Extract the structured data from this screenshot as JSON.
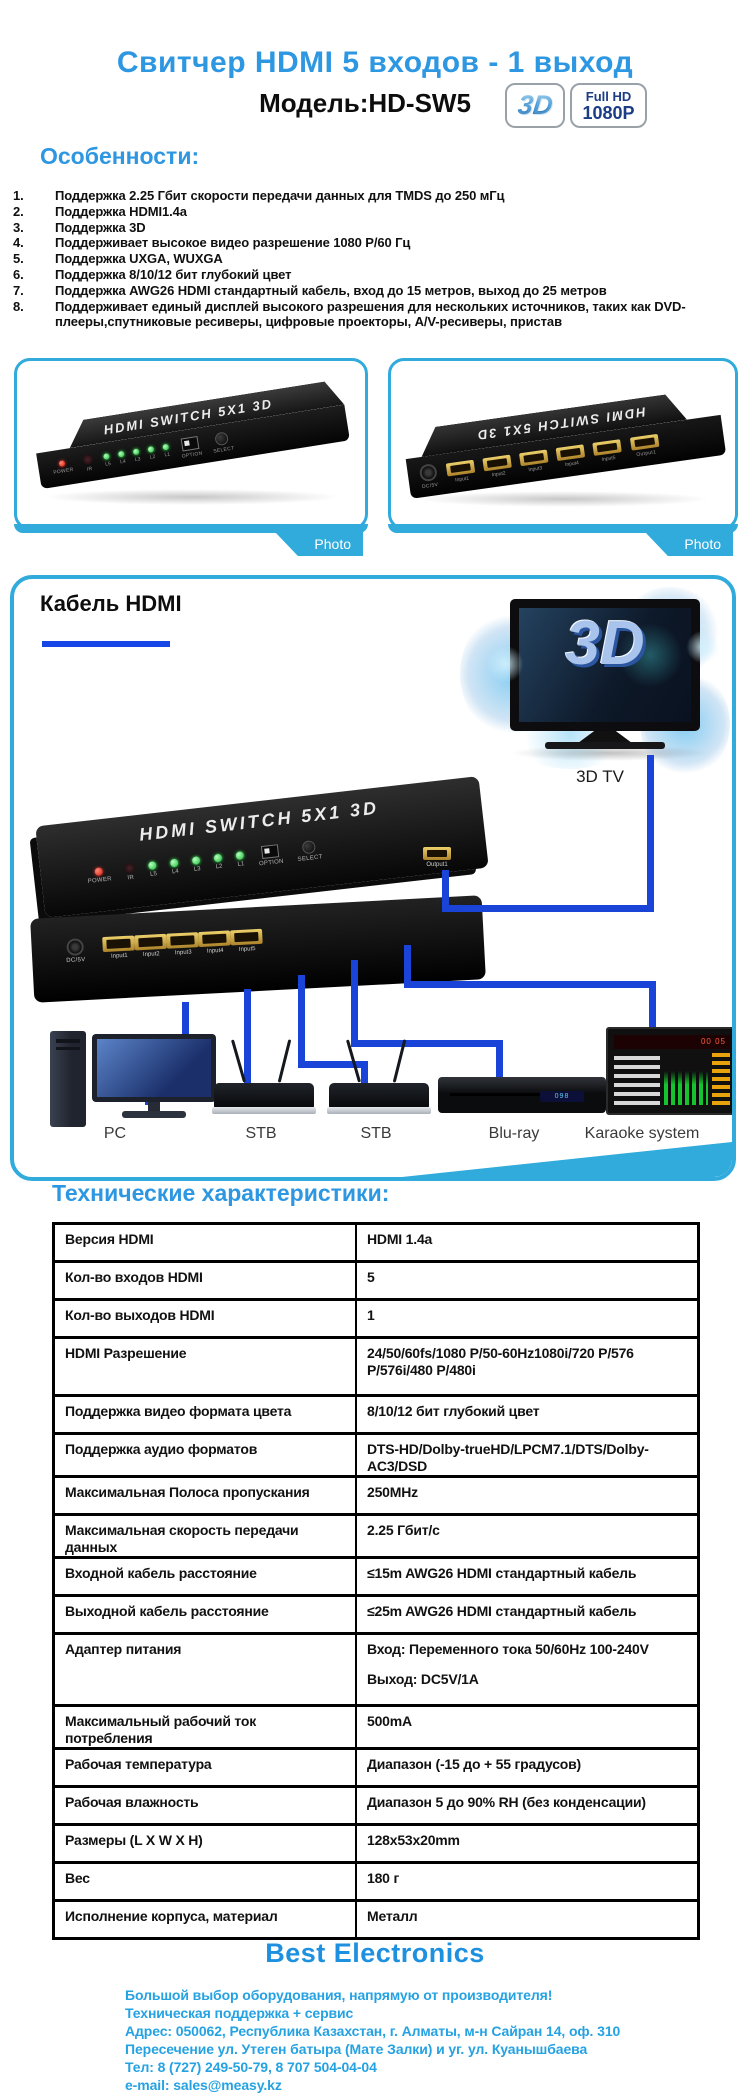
{
  "header": {
    "title": "Свитчер HDMI  5 входов - 1 выход",
    "model": "Модель:HD-SW5",
    "badge_3d": "3D",
    "badge_fullhd_line1": "Full HD",
    "badge_fullhd_line2": "1080P"
  },
  "features": {
    "heading": "Особенности:",
    "items": [
      "Поддержка 2.25 Гбит скорости передачи данных для TMDS до 250 мГц",
      "Поддержка HDMI1.4a",
      "Поддержка 3D",
      "Поддерживает высокое видео разрешение 1080 P/60 Гц",
      "Поддержка UXGA, WUXGA",
      "Поддержка 8/10/12 бит глубокий цвет",
      "Поддержка AWG26 HDMI стандартный кабель, вход до 15 метров, выход до 25 метров",
      "Поддерживает единый дисплей высокого разрешения для нескольких источников, таких как DVD-плееры,спутниковые ресиверы, цифровые проекторы, A/V-ресиверы, пристав"
    ]
  },
  "photos": {
    "photo_label": "Photo"
  },
  "switch": {
    "brand": "HDMI SWITCH 5X1 3D",
    "power": "POWER",
    "ir": "IR",
    "leds": [
      "L5",
      "L4",
      "L3",
      "L2",
      "L1"
    ],
    "option": "OPTION",
    "select": "SELECT",
    "dc": "DC/5V",
    "inputs": [
      "Input1",
      "Input2",
      "Input3",
      "Input4",
      "Input5"
    ],
    "output": "Output1"
  },
  "diagram": {
    "heading": "Кабель HDMI",
    "tv_screen_text": "3D",
    "tv_label": "3D TV",
    "bluray_display": "098",
    "karaoke_display": "00 05",
    "devices": [
      "PC",
      "STB",
      "STB",
      "Blu-ray",
      "Karaoke system"
    ]
  },
  "specs": {
    "heading": "Технические характеристики:",
    "rows": [
      {
        "label": "Версия HDMI",
        "value": "HDMI 1.4a"
      },
      {
        "label": "Кол-во входов HDMI",
        "value": "5"
      },
      {
        "label": "Кол-во выходов HDMI",
        "value": "1"
      },
      {
        "label": "HDMI Разрешение",
        "value": "24/50/60fs/1080 P/50-60Hz1080i/720 P/576 P/576i/480 P/480i"
      },
      {
        "label": "Поддержка видео формата цвета",
        "value": "8/10/12 бит глубокий цвет"
      },
      {
        "label": "Поддержка аудио форматов",
        "value": "DTS-HD/Dolby-trueHD/LPCM7.1/DTS/Dolby-AC3/DSD"
      },
      {
        "label": "Максимальная Полоса пропускания",
        "value": "250MHz"
      },
      {
        "label": "Максимальная скорость передачи данных",
        "value": "2.25 Гбит/с"
      },
      {
        "label": "Входной кабель расстояние",
        "value": "≤15m AWG26 HDMI стандартный кабель"
      },
      {
        "label": "Выходной кабель расстояние",
        "value": "≤25m AWG26 HDMI стандартный кабель"
      },
      {
        "label": "Адаптер питания",
        "value": "Вход: Переменного тока 50/60Hz 100-240V",
        "value2": "Выход: DC5V/1A"
      },
      {
        "label": "Максимальный рабочий ток потребления",
        "value": "500mA"
      },
      {
        "label": "Рабочая температура",
        "value": "Диапазон (-15 до + 55 градусов)"
      },
      {
        "label": "Рабочая влажность",
        "value": "Диапазон 5 до 90% RH (без конденсации)"
      },
      {
        "label": "Размеры (L X W X H)",
        "value": "128x53x20mm"
      },
      {
        "label": "Вес",
        "value": "180 г"
      },
      {
        "label": "Исполнение корпуса, материал",
        "value": "Металл"
      }
    ]
  },
  "footer": {
    "company": "Best Electronics",
    "lines": [
      "Большой выбор оборудования, напрямую от производителя!",
      "Техническая поддержка + сервис",
      "Адрес: 050062, Республика Казахстан, г. Алматы, м-н Сайран 14, оф. 310",
      "Пересечение ул. Утеген батыра (Мате Залки) и уг. ул. Куанышбаева",
      "Тел: 8 (727) 249-50-79, 8 707 504-04-04",
      "e-mail: sales@measy.kz"
    ]
  },
  "colors": {
    "accent_blue": "#2e97e2",
    "box_cyan": "#31abdc",
    "cable_blue": "#1a43d8",
    "underline_blue": "#1646e6",
    "badge_navy": "#1c3c86"
  }
}
